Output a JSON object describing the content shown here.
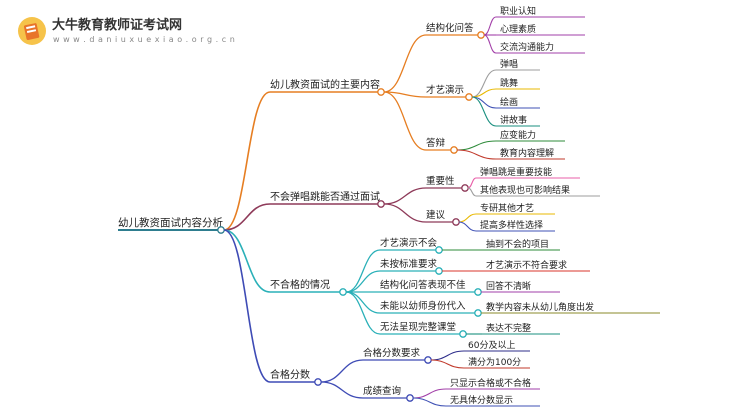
{
  "brand": {
    "title": "大牛教育教师证考试网",
    "url": "w w w . d a n i u x u e x i a o . o r g . c n",
    "logo_icon": "book-logo-icon"
  },
  "colors": {
    "root": "#2e7d8f",
    "branch1": "#e67e22",
    "branch2": "#8e3a59",
    "branch3": "#2ab0b8",
    "branch4": "#3e4bb5",
    "green": "#2e8b3a",
    "purple": "#a23fa8",
    "red": "#d9352b",
    "pink": "#e85fa8",
    "gray": "#9e9e9e",
    "yellow": "#e8b800",
    "blue": "#3f51b5",
    "olive": "#8a8a2a",
    "teal": "#1a8f7f",
    "navy": "#2c2c8a",
    "darkred": "#c0392b"
  },
  "mindmap": {
    "root": "幼儿教资面试内容分析",
    "branches": [
      {
        "label": "幼儿教资面试的主要内容",
        "children": [
          {
            "label": "结构化问答",
            "children": [
              "职业认知",
              "心理素质",
              "交流沟通能力"
            ]
          },
          {
            "label": "才艺演示",
            "children": [
              "弹唱",
              "跳舞",
              "绘画",
              "讲故事"
            ]
          },
          {
            "label": "答辩",
            "children": [
              "应变能力",
              "教育内容理解"
            ]
          }
        ]
      },
      {
        "label": "不会弹唱跳能否通过面试",
        "children": [
          {
            "label": "重要性",
            "children": [
              "弹唱跳是重要技能",
              "其他表现也可影响结果"
            ]
          },
          {
            "label": "建议",
            "children": [
              "专研其他才艺",
              "提高多样性选择"
            ]
          }
        ]
      },
      {
        "label": "不合格的情况",
        "children": [
          {
            "label": "才艺演示不会",
            "children": [
              "抽到不会的项目"
            ]
          },
          {
            "label": "未按标准要求",
            "children": [
              "才艺演示不符合要求"
            ]
          },
          {
            "label": "结构化问答表现不佳",
            "children": [
              "回答不清晰"
            ]
          },
          {
            "label": "未能以幼师身份代入",
            "children": [
              "教学内容未从幼儿角度出发"
            ]
          },
          {
            "label": "无法呈现完整课堂",
            "children": [
              "表达不完整"
            ]
          }
        ]
      },
      {
        "label": "合格分数",
        "children": [
          {
            "label": "合格分数要求",
            "children": [
              "60分及以上",
              "满分为100分"
            ]
          },
          {
            "label": "成绩查询",
            "children": [
              "只显示合格或不合格",
              "无具体分数显示"
            ]
          }
        ]
      }
    ]
  }
}
